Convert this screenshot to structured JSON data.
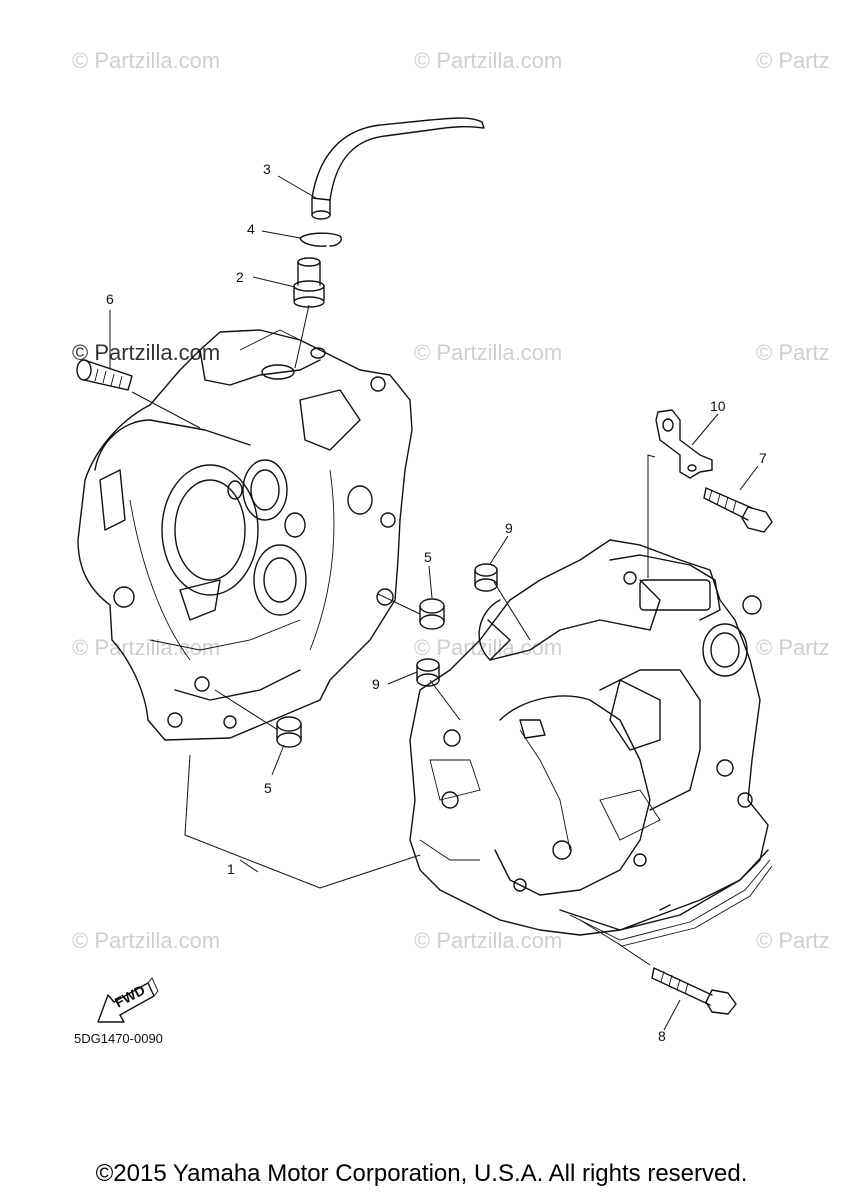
{
  "watermark": {
    "text": "© Partzilla.com",
    "text_cut": "© Partz"
  },
  "callouts": {
    "p1": "1",
    "p2": "2",
    "p3": "3",
    "p4": "4",
    "p5a": "5",
    "p5b": "5",
    "p6": "6",
    "p7": "7",
    "p8": "8",
    "p9a": "9",
    "p9b": "9",
    "p10": "10"
  },
  "fwd_label": "FWD",
  "diagram_code": "5DG1470-0090",
  "copyright": "©2015 Yamaha Motor Corporation, U.S.A. All rights reserved."
}
